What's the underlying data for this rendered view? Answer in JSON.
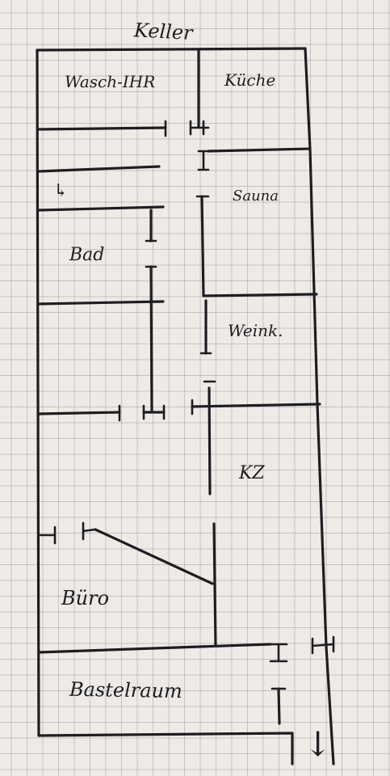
{
  "title": "Keller",
  "rooms": {
    "wasch": "Wasch-IHR",
    "kueche": "Küche",
    "sauna": "Sauna",
    "bad": "Bad",
    "weink": "Weink.",
    "kz": "KZ",
    "buero": "Büro",
    "bastelraum": "Bastelraum"
  },
  "marks": {
    "arrow_right": "↳",
    "arrow_down": "↓"
  },
  "colors": {
    "ink": "#1d1d22",
    "paper": "#eeebe6",
    "grid": "#8c8c96"
  }
}
